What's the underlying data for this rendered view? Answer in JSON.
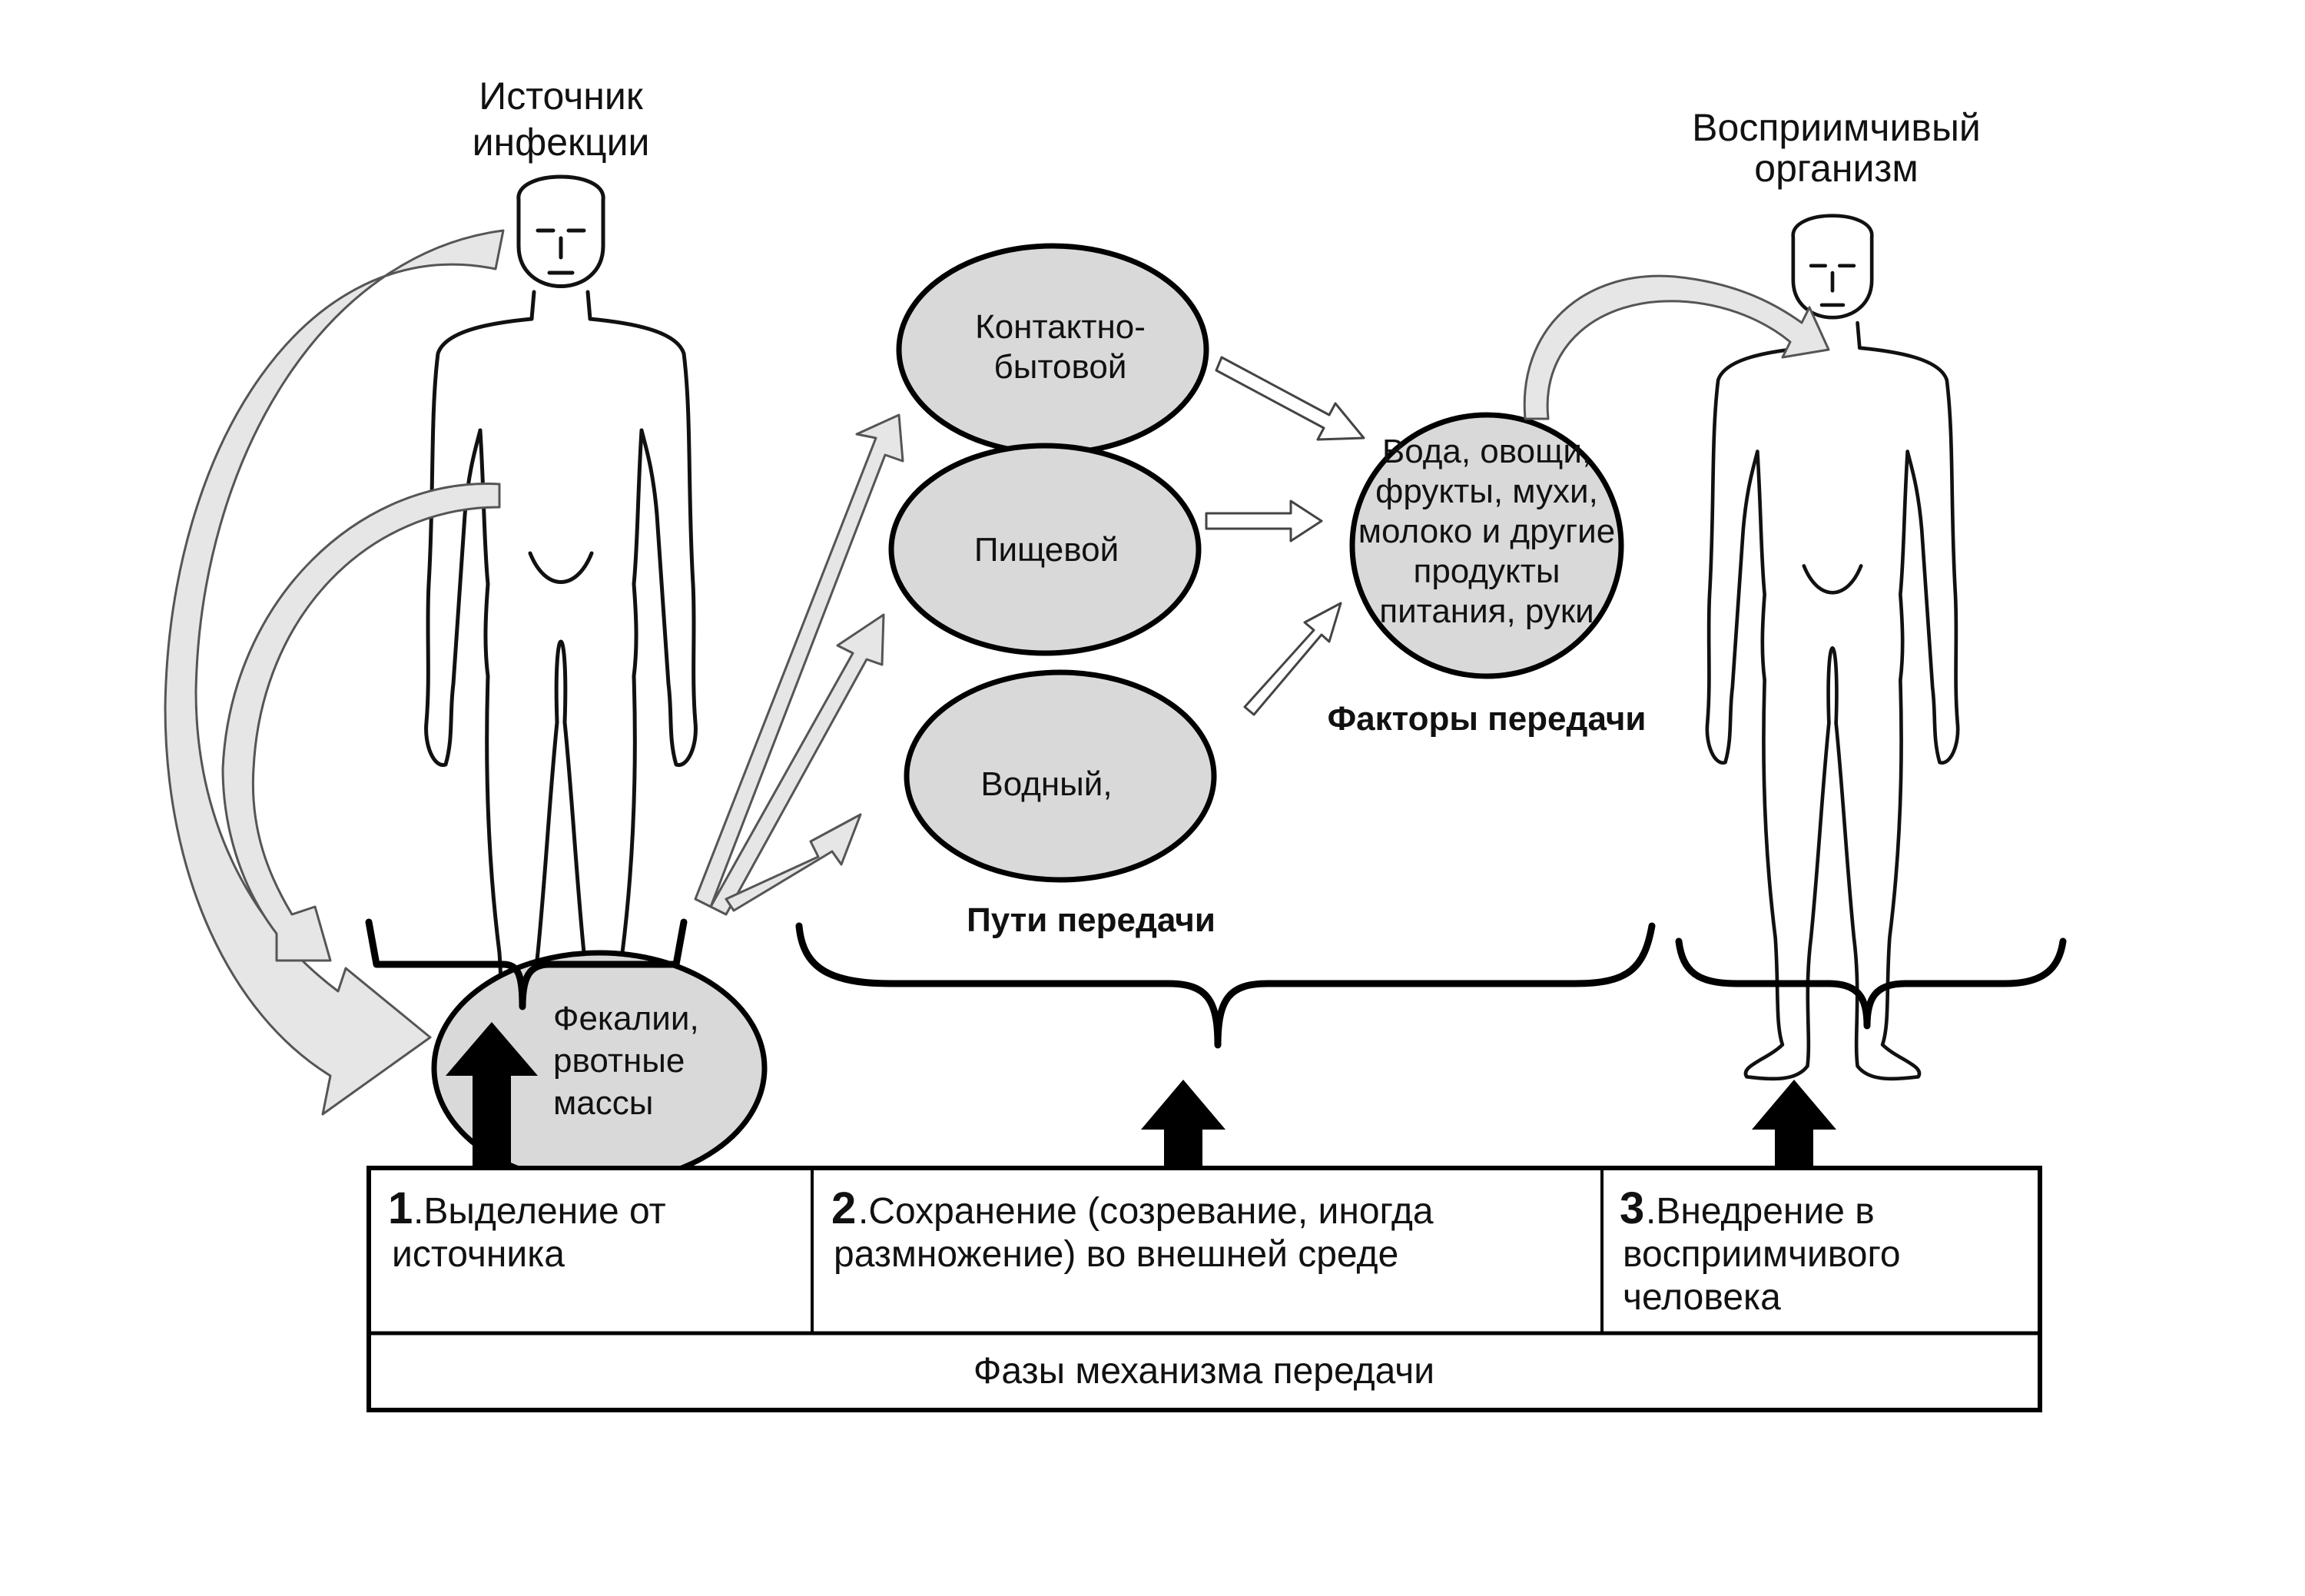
{
  "source": {
    "line1": "Источник",
    "line2": "инфекции"
  },
  "recipient": {
    "line1": "Восприимчивый",
    "line2": "организм"
  },
  "excreta": {
    "line1": "Фекалии,",
    "line2": "рвотные",
    "line3": "массы"
  },
  "routes": {
    "contact": {
      "line1": "Контактно-",
      "line2": "бытовой"
    },
    "food": "Пищевой",
    "water": "Водный,",
    "caption": "Пути передачи"
  },
  "factors": {
    "lines": [
      "Вода, овощи,",
      "фрукты, мухи,",
      "молоко и другие",
      "продукты",
      "питания, руки"
    ],
    "caption": "Факторы передачи"
  },
  "phases": {
    "p1": {
      "num": "1",
      "line1": ".Выделение от",
      "line2": "источника"
    },
    "p2": {
      "num": "2",
      "line1": ".Сохранение (созревание, иногда",
      "line2": "размножение) во внешней среде"
    },
    "p3": {
      "num": "3",
      "line1": ".Внедрение в",
      "line2": "восприимчивого",
      "line3": "человека"
    },
    "title": "Фазы механизма передачи"
  }
}
